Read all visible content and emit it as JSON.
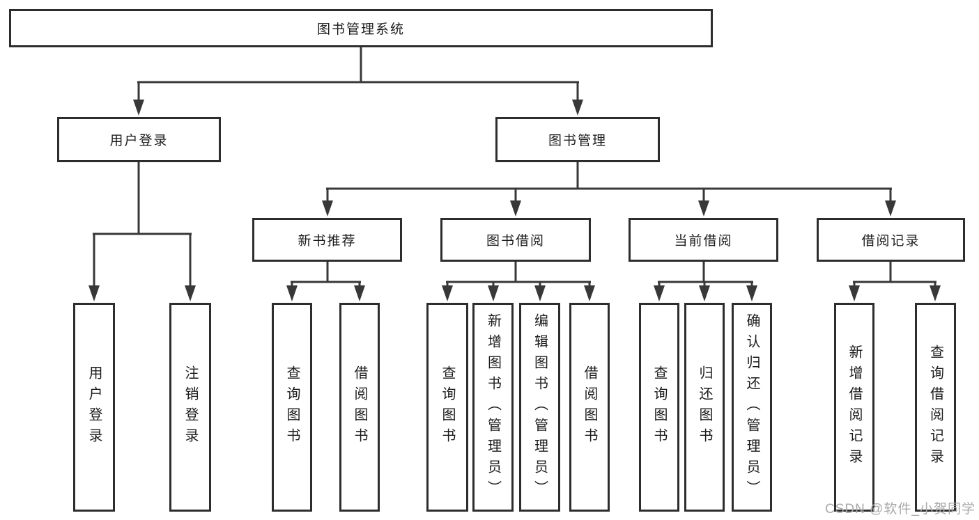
{
  "diagram": {
    "root": {
      "label": "图书管理系统"
    },
    "level2": [
      {
        "label": "用户登录"
      },
      {
        "label": "图书管理"
      }
    ],
    "level3": [
      {
        "label": "新书推荐"
      },
      {
        "label": "图书借阅"
      },
      {
        "label": "当前借阅"
      },
      {
        "label": "借阅记录"
      }
    ],
    "leaves": {
      "user_login": [
        "用户登录",
        "注销登录"
      ],
      "new_book": [
        "查询图书",
        "借阅图书"
      ],
      "book_borrow": [
        "查询图书",
        "新增图书（管理员）",
        "编辑图书（管理员）",
        "借阅图书"
      ],
      "current_borrow": [
        "查询图书",
        "归还图书",
        "确认归还（管理员）"
      ],
      "borrow_records": [
        "新增借阅记录",
        "查询借阅记录"
      ]
    }
  },
  "watermark": {
    "text": "CSDN @软件_小贺同学"
  },
  "colors": {
    "line": "#383838",
    "box_border": "#2d2d2d",
    "text": "#1c1c1c",
    "watermark": "#a9a9a9",
    "background": "#ffffff"
  }
}
